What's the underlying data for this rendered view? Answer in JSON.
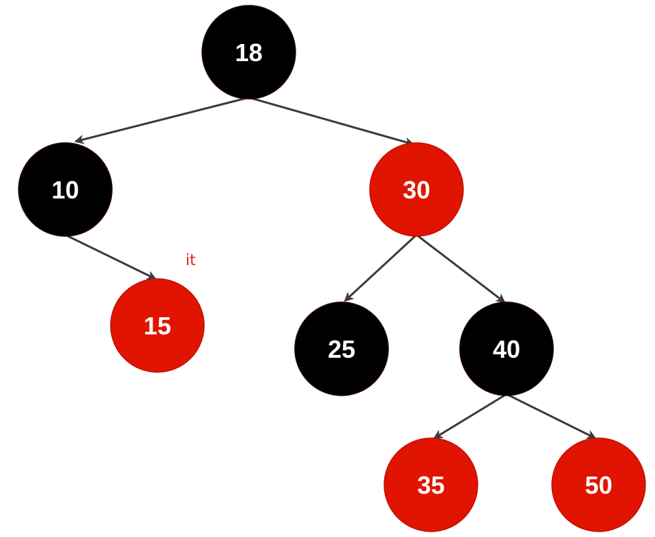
{
  "colors": {
    "black_node": "#000000",
    "red_node": "#e01400",
    "edge": "#3a3a3a",
    "node_text": "#ffffff",
    "annotation": "#e02020"
  },
  "nodes": [
    {
      "id": "18",
      "label": "18",
      "color": "black"
    },
    {
      "id": "10",
      "label": "10",
      "color": "black"
    },
    {
      "id": "30",
      "label": "30",
      "color": "red"
    },
    {
      "id": "15",
      "label": "15",
      "color": "red"
    },
    {
      "id": "25",
      "label": "25",
      "color": "black"
    },
    {
      "id": "40",
      "label": "40",
      "color": "black"
    },
    {
      "id": "35",
      "label": "35",
      "color": "red"
    },
    {
      "id": "50",
      "label": "50",
      "color": "red"
    }
  ],
  "edges": [
    {
      "from": "18",
      "to": "10"
    },
    {
      "from": "18",
      "to": "30"
    },
    {
      "from": "10",
      "to": "15"
    },
    {
      "from": "30",
      "to": "25"
    },
    {
      "from": "30",
      "to": "40"
    },
    {
      "from": "40",
      "to": "35"
    },
    {
      "from": "40",
      "to": "50"
    }
  ],
  "annotation": {
    "text": "it",
    "target": "15"
  }
}
